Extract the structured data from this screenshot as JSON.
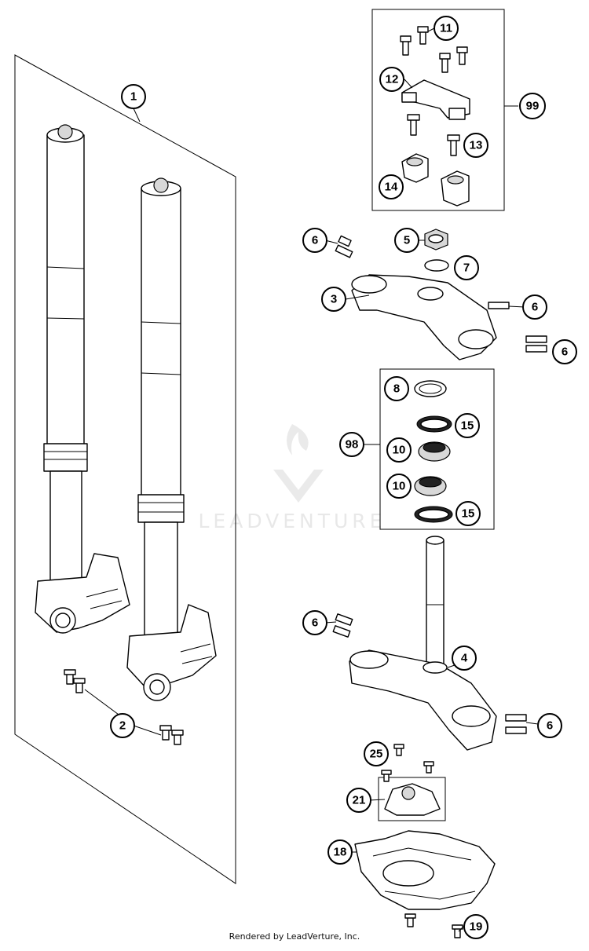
{
  "watermark": "LEADVENTURE",
  "footer": "Rendered by LeadVerture, Inc.",
  "callouts": [
    {
      "id": "c1",
      "label": "1"
    },
    {
      "id": "c2",
      "label": "2"
    },
    {
      "id": "c3",
      "label": "3"
    },
    {
      "id": "c4",
      "label": "4"
    },
    {
      "id": "c5",
      "label": "5"
    },
    {
      "id": "c6a",
      "label": "6"
    },
    {
      "id": "c6b",
      "label": "6"
    },
    {
      "id": "c6c",
      "label": "6"
    },
    {
      "id": "c6d",
      "label": "6"
    },
    {
      "id": "c6e",
      "label": "6"
    },
    {
      "id": "c7",
      "label": "7"
    },
    {
      "id": "c8",
      "label": "8"
    },
    {
      "id": "c10a",
      "label": "10"
    },
    {
      "id": "c10b",
      "label": "10"
    },
    {
      "id": "c11",
      "label": "11"
    },
    {
      "id": "c12",
      "label": "12"
    },
    {
      "id": "c13",
      "label": "13"
    },
    {
      "id": "c14",
      "label": "14"
    },
    {
      "id": "c15a",
      "label": "15"
    },
    {
      "id": "c15b",
      "label": "15"
    },
    {
      "id": "c18",
      "label": "18"
    },
    {
      "id": "c19",
      "label": "19"
    },
    {
      "id": "c21",
      "label": "21"
    },
    {
      "id": "c25",
      "label": "25"
    },
    {
      "id": "c98",
      "label": "98"
    },
    {
      "id": "c99",
      "label": "99"
    }
  ]
}
